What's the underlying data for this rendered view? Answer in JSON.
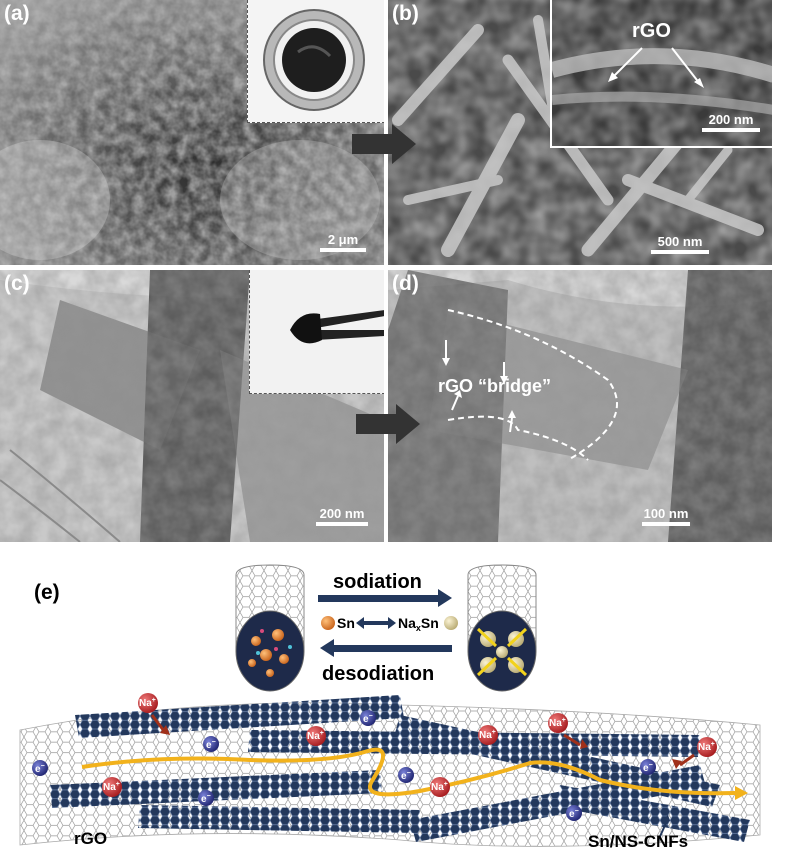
{
  "panels": {
    "a": {
      "label": "(a)",
      "scale_bar": "2 μm"
    },
    "b": {
      "label": "(b)",
      "scale_bar": "500 nm",
      "inset_label": "rGO",
      "inset_scale_bar": "200 nm"
    },
    "c": {
      "label": "(c)",
      "scale_bar": "200 nm"
    },
    "d": {
      "label": "(d)",
      "scale_bar": "100 nm",
      "annotation": "rGO “bridge”"
    }
  },
  "schematic": {
    "label": "(e)",
    "sodiation": "sodiation",
    "desodiation": "desodiation",
    "sn": "Sn",
    "naxsn_prefix": "Na",
    "naxsn_sub": "x",
    "naxsn_suffix": "Sn",
    "na": "Na",
    "plus": "+",
    "electron": "e",
    "minus": "−",
    "rgo": "rGO",
    "cnf": "Sn/NS-CNFs"
  },
  "colors": {
    "tube": "#23385c",
    "electron_path": "#f2b21c",
    "na_ball": "#c42326",
    "electron_ball": "#2a2f86",
    "sn_ball": "#e5821f",
    "naxsn_ball": "#d9cc9a"
  }
}
